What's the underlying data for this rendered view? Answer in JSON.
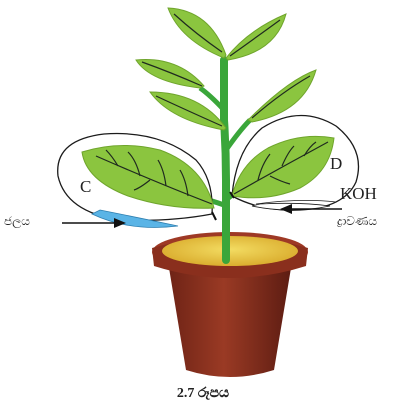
{
  "labels": {
    "bag_left": "C",
    "bag_right": "D",
    "water": "ජලය",
    "koh": "KOH",
    "solution": "ද්‍රාවණය"
  },
  "caption": "2.7 රූපය",
  "colors": {
    "leaf": "#8bc53f",
    "leaf_vein": "#1f2a1f",
    "stem": "#3aa63a",
    "pot": "#8b2e1f",
    "pot_rim": "#a23a24",
    "soil": "#e9c63c",
    "water_fluid": "#5ab4e6"
  },
  "icons": [
    "potted-plant",
    "plastic-bag",
    "arrow-right",
    "arrow-left"
  ]
}
